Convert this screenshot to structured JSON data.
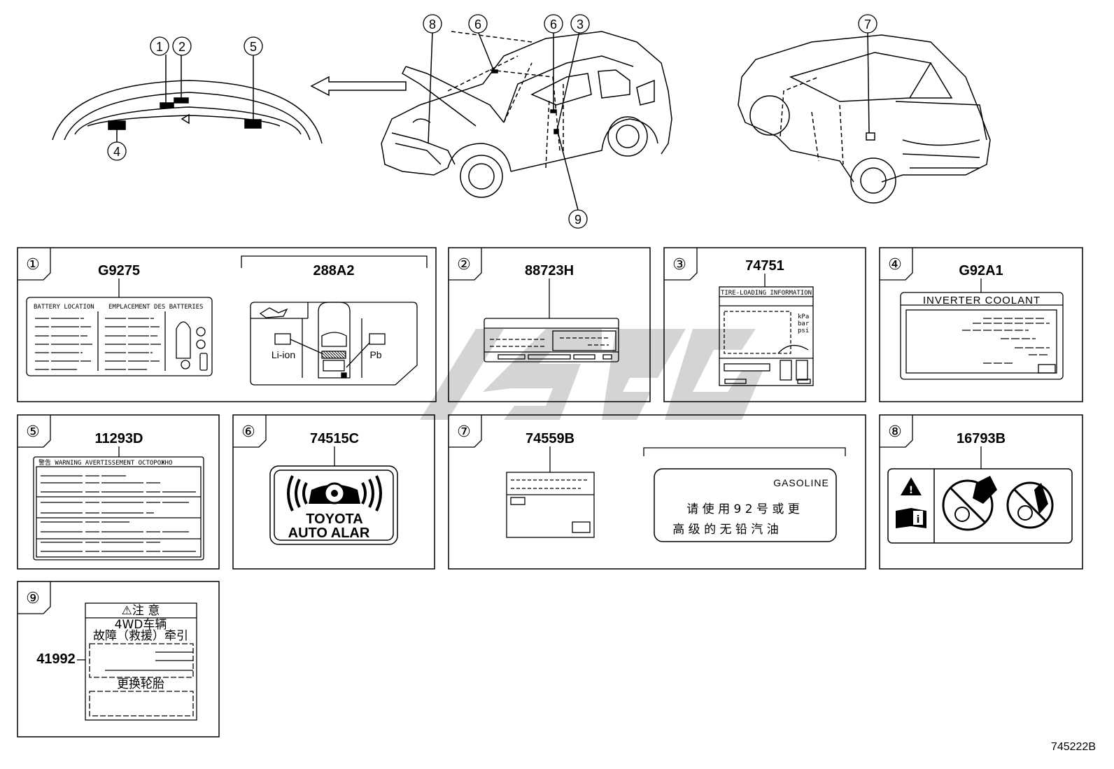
{
  "callouts": {
    "c1": "①",
    "c2": "②",
    "c3": "③",
    "c4": "④",
    "c5": "⑤",
    "c6": "⑥",
    "c7": "⑦",
    "c8": "⑧",
    "c9": "⑨"
  },
  "panels": {
    "p1": {
      "num": "①",
      "part_a": "G9275",
      "part_b": "288A2",
      "label_a_left": "BATTERY LOCATION",
      "label_a_right": "EMPLACEMENT DES BATTERIES",
      "li_ion": "Li-ion",
      "pb": "Pb"
    },
    "p2": {
      "num": "②",
      "part": "88723H"
    },
    "p3": {
      "num": "③",
      "part": "74751",
      "header": "TIRE-LOADING INFORMATION",
      "unit_kpa": "kPa",
      "unit_bar": "bar",
      "unit_psi": "psi"
    },
    "p4": {
      "num": "④",
      "part": "G92A1",
      "title": "INVERTER COOLANT"
    },
    "p5": {
      "num": "⑤",
      "part": "11293D",
      "header": "警告 WARNING AVERTISSEMENT OCTOPOЖHO"
    },
    "p6": {
      "num": "⑥",
      "part": "74515C",
      "line1": "TOYOTA",
      "line2": "AUTO ALAR"
    },
    "p7": {
      "num": "⑦",
      "part": "74559B",
      "gasoline": "GASOLINE",
      "cn_line1": "请 使 用 9 2 号 或 更",
      "cn_line2": "高 级 的 无 铅 汽 油"
    },
    "p8": {
      "num": "⑧",
      "part": "16793B"
    },
    "p9": {
      "num": "⑨",
      "part": "41992",
      "caution": "⚠注 意",
      "line1": "4WD车辆",
      "line2": "故障（救援）牵引",
      "line3": "更换轮胎"
    }
  },
  "footer": {
    "drawing_number": "745222B"
  },
  "colors": {
    "line": "#000000",
    "watermark": "#c8c8c8"
  }
}
